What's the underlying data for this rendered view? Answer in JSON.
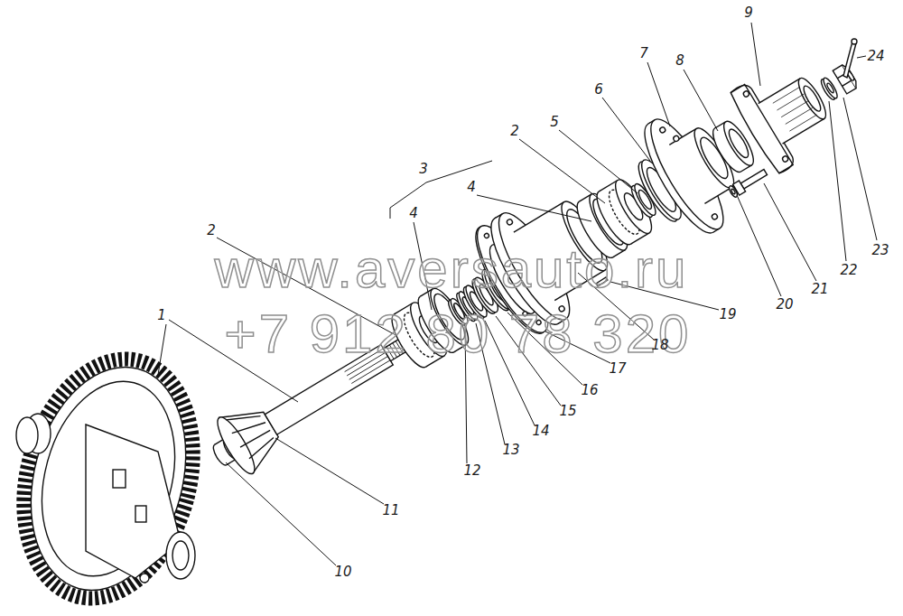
{
  "diagram": {
    "labels": [
      "9",
      "24",
      "7",
      "8",
      "3",
      "6",
      "2",
      "5",
      "4",
      "4",
      "2",
      "1",
      "www.aversauto.ru",
      "+7 912 80 78 320",
      "23",
      "22",
      "21",
      "20",
      "19",
      "18",
      "17",
      "16",
      "15",
      "14",
      "13",
      "12",
      "11",
      "10"
    ]
  }
}
